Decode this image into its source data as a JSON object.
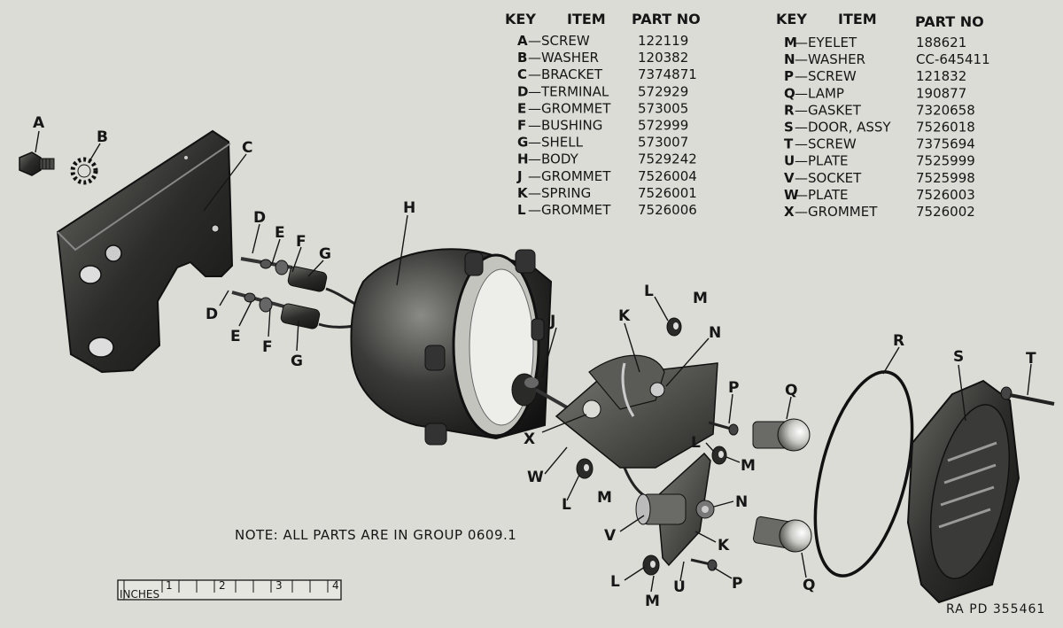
{
  "parts_table": {
    "headers": {
      "key": "KEY",
      "item": "ITEM",
      "part_no": "PART NO"
    },
    "left": [
      {
        "key": "A",
        "item": "SCREW",
        "part_no": "122119"
      },
      {
        "key": "B",
        "item": "WASHER",
        "part_no": "120382"
      },
      {
        "key": "C",
        "item": "BRACKET",
        "part_no": "7374871"
      },
      {
        "key": "D",
        "item": "TERMINAL",
        "part_no": "572929"
      },
      {
        "key": "E",
        "item": "GROMMET",
        "part_no": "573005"
      },
      {
        "key": "F",
        "item": "BUSHING",
        "part_no": "572999"
      },
      {
        "key": "G",
        "item": "SHELL",
        "part_no": "573007"
      },
      {
        "key": "H",
        "item": "BODY",
        "part_no": "7529242"
      },
      {
        "key": "J",
        "item": "GROMMET",
        "part_no": "7526004"
      },
      {
        "key": "K",
        "item": "SPRING",
        "part_no": "7526001"
      },
      {
        "key": "L",
        "item": "GROMMET",
        "part_no": "7526006"
      }
    ],
    "right": [
      {
        "key": "M",
        "item": "EYELET",
        "part_no": "188621"
      },
      {
        "key": "N",
        "item": "WASHER",
        "part_no": "CC-645411"
      },
      {
        "key": "P",
        "item": "SCREW",
        "part_no": "121832"
      },
      {
        "key": "Q",
        "item": "LAMP",
        "part_no": "190877"
      },
      {
        "key": "R",
        "item": "GASKET",
        "part_no": "7320658"
      },
      {
        "key": "S",
        "item": "DOOR, ASSY",
        "part_no": "7526018"
      },
      {
        "key": "T",
        "item": "SCREW",
        "part_no": "7375694"
      },
      {
        "key": "U",
        "item": "PLATE",
        "part_no": "7525999"
      },
      {
        "key": "V",
        "item": "SOCKET",
        "part_no": "7525998"
      },
      {
        "key": "W",
        "item": "PLATE",
        "part_no": "7526003"
      },
      {
        "key": "X",
        "item": "GROMMET",
        "part_no": "7526002"
      }
    ]
  },
  "callouts": [
    {
      "id": "A",
      "text": "A"
    },
    {
      "id": "B",
      "text": "B"
    },
    {
      "id": "C",
      "text": "C"
    },
    {
      "id": "D1",
      "text": "D"
    },
    {
      "id": "E1",
      "text": "E"
    },
    {
      "id": "F1",
      "text": "F"
    },
    {
      "id": "G1",
      "text": "G"
    },
    {
      "id": "D2",
      "text": "D"
    },
    {
      "id": "E2",
      "text": "E"
    },
    {
      "id": "F2",
      "text": "F"
    },
    {
      "id": "G2",
      "text": "G"
    },
    {
      "id": "H",
      "text": "H"
    },
    {
      "id": "J",
      "text": "J"
    },
    {
      "id": "K1",
      "text": "K"
    },
    {
      "id": "L1",
      "text": "L"
    },
    {
      "id": "M1",
      "text": "M"
    },
    {
      "id": "N1",
      "text": "N"
    },
    {
      "id": "X",
      "text": "X"
    },
    {
      "id": "W",
      "text": "W"
    },
    {
      "id": "L2",
      "text": "L"
    },
    {
      "id": "M2",
      "text": "M"
    },
    {
      "id": "P1",
      "text": "P"
    },
    {
      "id": "Q1",
      "text": "Q"
    },
    {
      "id": "L3",
      "text": "L"
    },
    {
      "id": "M3",
      "text": "M"
    },
    {
      "id": "N2",
      "text": "N"
    },
    {
      "id": "V",
      "text": "V"
    },
    {
      "id": "K2",
      "text": "K"
    },
    {
      "id": "P2",
      "text": "P"
    },
    {
      "id": "Q2",
      "text": "Q"
    },
    {
      "id": "U",
      "text": "U"
    },
    {
      "id": "L4",
      "text": "L"
    },
    {
      "id": "M4",
      "text": "M"
    },
    {
      "id": "R",
      "text": "R"
    },
    {
      "id": "S",
      "text": "S"
    },
    {
      "id": "T",
      "text": "T"
    }
  ],
  "note": "NOTE: ALL PARTS ARE IN GROUP 0609.1",
  "ruler": {
    "unit_label": "INCHES",
    "numbers": [
      "1",
      "2",
      "3",
      "4"
    ]
  },
  "reference": "RA  PD  355461"
}
